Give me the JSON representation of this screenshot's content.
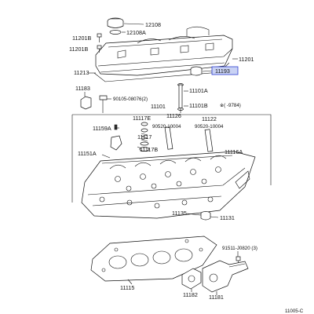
{
  "labels": {
    "p12108": "12108",
    "p12108a": "12108A",
    "p11201b_top": "11201B",
    "p11201b_mid": "11201B",
    "p11201": "11201",
    "p11193": "11193",
    "p11213": "11213",
    "p11183": "11183",
    "p90105": "90105-08076(2)",
    "p11101a": "11101A",
    "p11101": "11101",
    "p11101b": "11101B",
    "p9784": "※( -9784)",
    "p11159a": "11159A",
    "p11117e": "11117E",
    "p11126": "11126",
    "p90520_a": "90520-10004",
    "p90520_b": "90520-10004",
    "p11122": "11122",
    "p11117": "11117",
    "p11117b": "11117B",
    "p11116a": "11116A",
    "p11151a": "11151A",
    "p11135": "11135",
    "p11131": "11131",
    "p91511": "91511-J0820 (3)",
    "p11115": "11115",
    "p11182": "11182",
    "p11181": "11181",
    "p11005c": "11005-C"
  },
  "colors": {
    "highlight_fill": "#c9d2f4",
    "highlight_stroke": "#2f3fd0",
    "ink": "#111111"
  }
}
